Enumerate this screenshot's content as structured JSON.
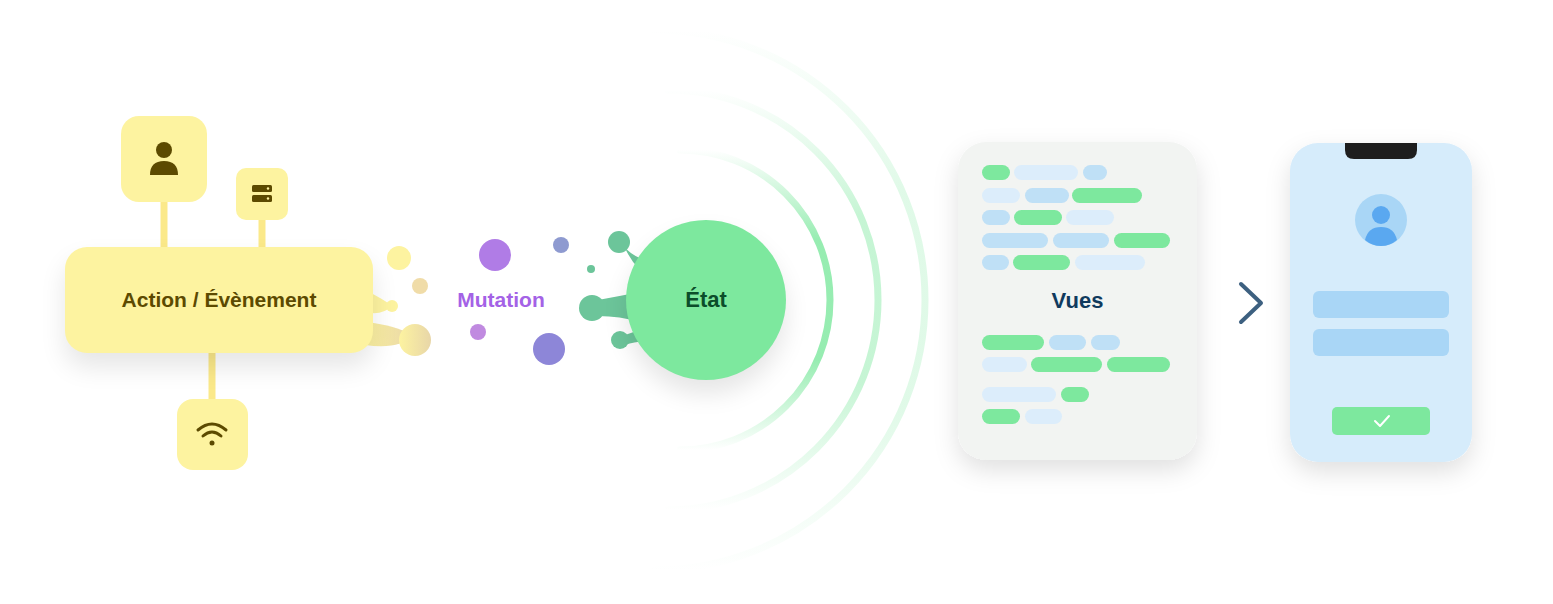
{
  "diagram": {
    "nodes": [
      {
        "text": [
          "Action / Évènement"
        ]
      },
      {
        "text": [
          "État"
        ]
      },
      {
        "text": [
          "Vues"
        ]
      }
    ],
    "labels": [
      "Mutation"
    ]
  }
}
